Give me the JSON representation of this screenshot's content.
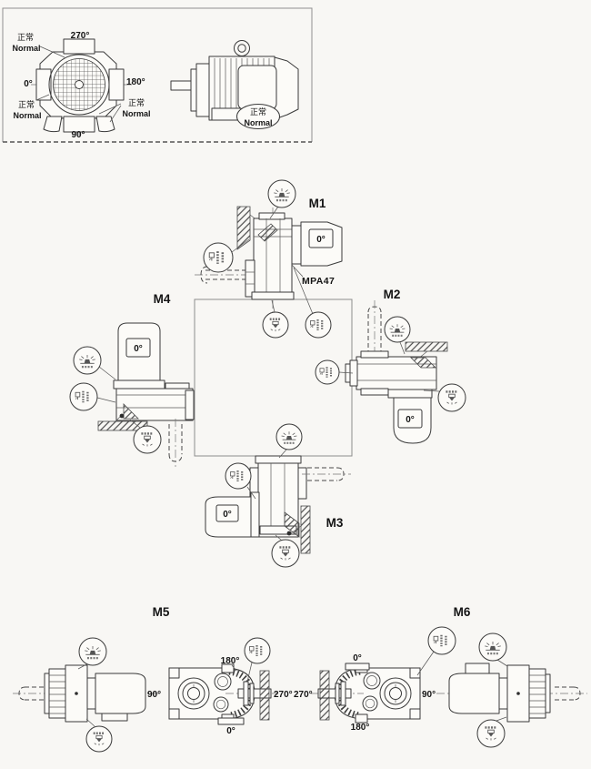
{
  "page": {
    "bg": "#f8f7f4",
    "ink": "#3a3a3a"
  },
  "terminal_panel": {
    "front_view": {
      "angle_top": "270°",
      "angle_left": "0°",
      "angle_right": "180°",
      "angle_bottom": "90°",
      "normals": [
        {
          "cn": "正常",
          "en": "Normal"
        },
        {
          "cn": "正常",
          "en": "Normal"
        },
        {
          "cn": "正常",
          "en": "Normal"
        }
      ]
    },
    "side_view": {
      "badge_cn": "正常",
      "badge_en": "Normal"
    }
  },
  "positions": {
    "m1": {
      "label": "M1",
      "motor_angle": "0°",
      "model": "MPA47"
    },
    "m2": {
      "label": "M2",
      "motor_angle": "0°"
    },
    "m3": {
      "label": "M3",
      "motor_angle": "0°"
    },
    "m4": {
      "label": "M4",
      "motor_angle": "0°"
    },
    "m5": {
      "label": "M5",
      "shaft_angle": "90°",
      "top": "180°",
      "right": "270°",
      "bottom": "0°"
    },
    "m6": {
      "label": "M6",
      "top": "0°",
      "left": "270°",
      "bottom": "180°",
      "right": "90°"
    }
  },
  "icons": {
    "vent": "breather-vent-plug-symbol",
    "level": "oil-level-plug-symbol",
    "drain": "oil-drain-plug-symbol"
  }
}
